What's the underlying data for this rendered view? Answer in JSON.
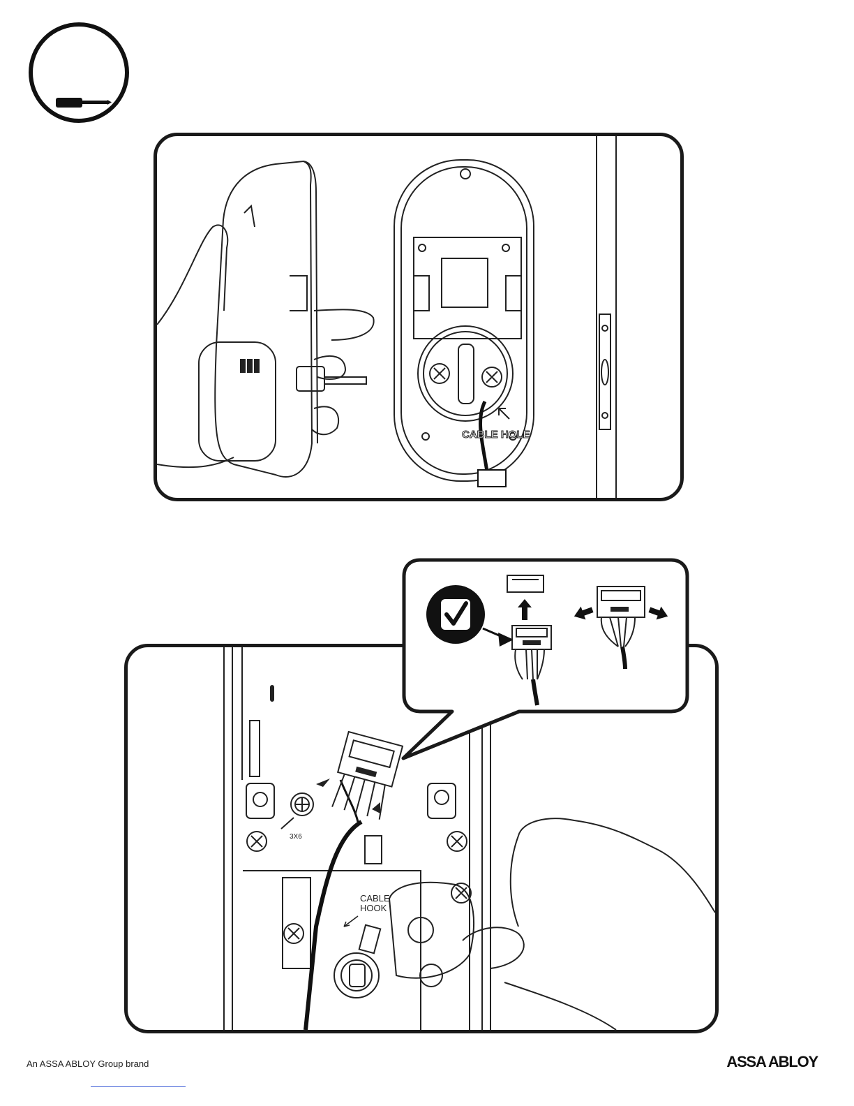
{
  "step_badge": {
    "icon": "screwdriver-icon"
  },
  "panel1": {
    "labels": {
      "cable_hole": "CABLE HOLE"
    }
  },
  "panel2": {
    "labels": {
      "screw_size": "3X6",
      "cable_hook_line1": "CABLE",
      "cable_hook_line2": "HOOK"
    }
  },
  "callout": {
    "check_icon": "checkmark-icon"
  },
  "footer": {
    "brand_text": "An ASSA ABLOY Group brand",
    "logo_text": "ASSA ABLOY"
  }
}
